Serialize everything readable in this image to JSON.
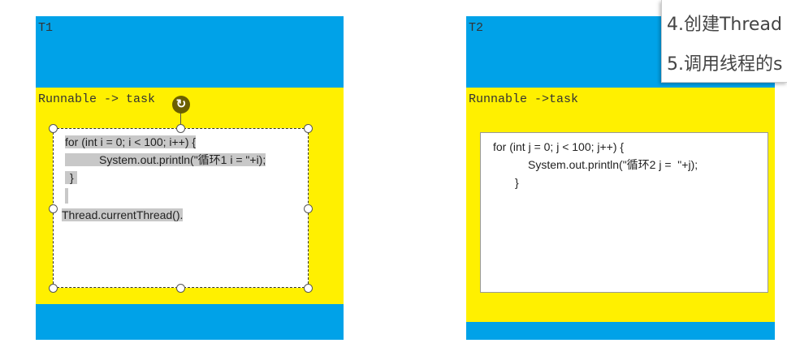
{
  "t1": {
    "title": "T1",
    "runnable_label": "Runnable -> task",
    "code": [
      "for (int i = 0; i < 100; i++) {",
      "System.out.println(\"循环1 i = \"+i);",
      "}",
      "Thread.currentThread()."
    ]
  },
  "t2": {
    "title": "T2",
    "runnable_label": "Runnable ->task",
    "code": [
      "for (int j = 0; j < 100; j++) {",
      "System.out.println(\"循环2 j =  \"+j);",
      "}"
    ]
  },
  "popup": {
    "items": [
      "4.创建Thread",
      "5.调用线程的s"
    ]
  },
  "colors": {
    "blue": "#00A2E8",
    "yellow": "#FFF000",
    "selection": "#C8C8C8"
  },
  "icons": {
    "rotate": "rotate-icon"
  }
}
